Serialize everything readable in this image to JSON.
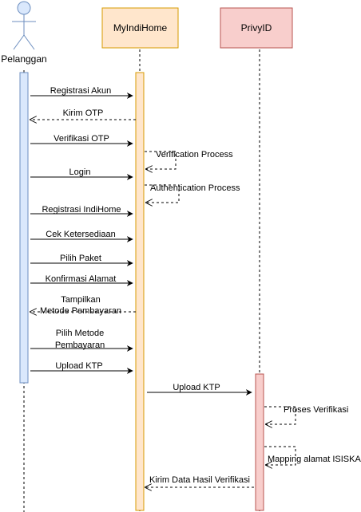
{
  "participants": {
    "actor": {
      "label": "Pelanggan"
    },
    "myindihome": {
      "label": "MyIndiHome",
      "fill": "#ffe6cc",
      "stroke": "#d79b00"
    },
    "privyid": {
      "label": "PrivyID",
      "fill": "#f8cecc",
      "stroke": "#b85450"
    }
  },
  "colors": {
    "actor_fill": "#dae8fc",
    "actor_stroke": "#6c8ebf"
  },
  "messages": [
    {
      "id": "registrasi-akun",
      "lines": [
        "Registrasi Akun"
      ],
      "from": "actor",
      "to": "myindihome",
      "type": "sync"
    },
    {
      "id": "kirim-otp",
      "lines": [
        "Kirim OTP"
      ],
      "from": "myindihome",
      "to": "actor",
      "type": "return"
    },
    {
      "id": "verifikasi-otp",
      "lines": [
        "Verifikasi OTP"
      ],
      "from": "actor",
      "to": "myindihome",
      "type": "sync"
    },
    {
      "id": "verification-process",
      "lines": [
        "Verification Process"
      ],
      "from": "myindihome",
      "to": "myindihome",
      "type": "self"
    },
    {
      "id": "login",
      "lines": [
        "Login"
      ],
      "from": "actor",
      "to": "myindihome",
      "type": "sync"
    },
    {
      "id": "authentication-process",
      "lines": [
        "Authentication Process"
      ],
      "from": "myindihome",
      "to": "myindihome",
      "type": "self"
    },
    {
      "id": "registrasi-indihome",
      "lines": [
        "Registrasi IndiHome"
      ],
      "from": "actor",
      "to": "myindihome",
      "type": "sync"
    },
    {
      "id": "cek-ketersediaan",
      "lines": [
        "Cek Ketersediaan"
      ],
      "from": "actor",
      "to": "myindihome",
      "type": "sync"
    },
    {
      "id": "pilih-paket",
      "lines": [
        "Pilih Paket"
      ],
      "from": "actor",
      "to": "myindihome",
      "type": "sync"
    },
    {
      "id": "konfirmasi-alamat",
      "lines": [
        "Konfirmasi Alamat"
      ],
      "from": "actor",
      "to": "myindihome",
      "type": "sync"
    },
    {
      "id": "tampilkan-metode",
      "lines": [
        "Tampilkan",
        "Metode Pembayaran"
      ],
      "from": "myindihome",
      "to": "actor",
      "type": "return"
    },
    {
      "id": "pilih-metode",
      "lines": [
        "Pilih Metode",
        "Pembayaran"
      ],
      "from": "actor",
      "to": "myindihome",
      "type": "sync"
    },
    {
      "id": "upload-ktp-1",
      "lines": [
        "Upload KTP"
      ],
      "from": "actor",
      "to": "myindihome",
      "type": "sync"
    },
    {
      "id": "upload-ktp-2",
      "lines": [
        "Upload KTP"
      ],
      "from": "myindihome",
      "to": "privyid",
      "type": "sync"
    },
    {
      "id": "proses-verifikasi",
      "lines": [
        "Proses Verifikasi"
      ],
      "from": "privyid",
      "to": "privyid",
      "type": "self"
    },
    {
      "id": "mapping-alamat",
      "lines": [
        "Mapping alamat ISISKA"
      ],
      "from": "privyid",
      "to": "privyid",
      "type": "self"
    },
    {
      "id": "kirim-data-hasil",
      "lines": [
        "Kirim Data Hasil Verifikasi"
      ],
      "from": "privyid",
      "to": "myindihome",
      "type": "return"
    }
  ]
}
